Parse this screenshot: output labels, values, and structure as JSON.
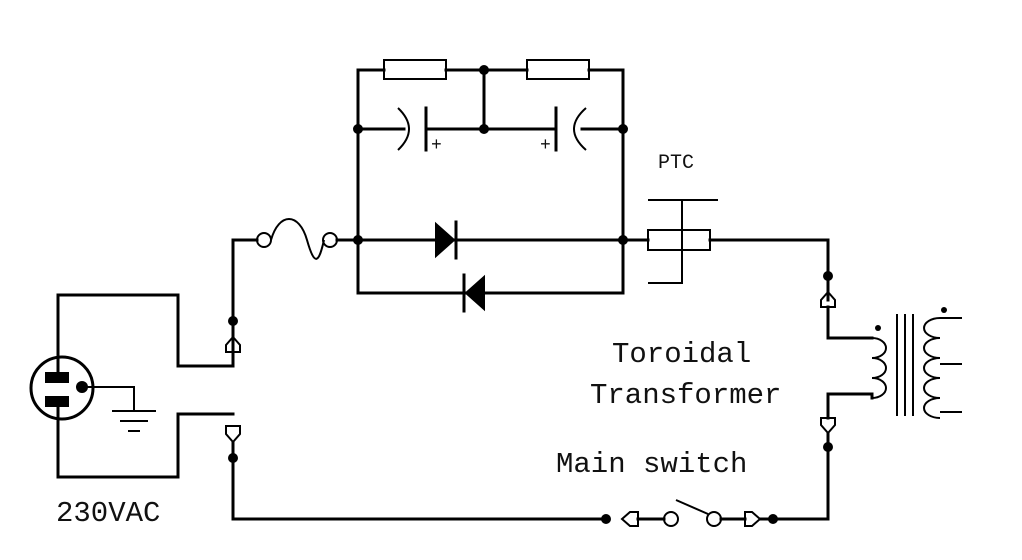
{
  "labels": {
    "ptc": "PTC",
    "transformer_line1": "Toroidal",
    "transformer_line2": "Transformer",
    "main_switch": "Main switch",
    "supply": "230VAC",
    "cap_plus_left": "+",
    "cap_plus_right": "+"
  },
  "colors": {
    "ink": "#000000",
    "background": "#ffffff"
  },
  "components": [
    "mains-plug",
    "ground-symbol",
    "fuse",
    "resistor",
    "resistor",
    "electrolytic-capacitor",
    "electrolytic-capacitor",
    "diode",
    "diode",
    "ptc-thermistor",
    "toroidal-transformer",
    "main-switch",
    "connectors"
  ]
}
